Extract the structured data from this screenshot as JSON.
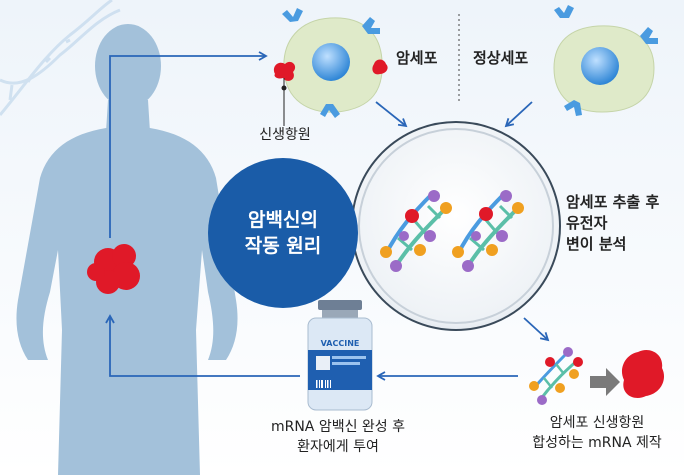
{
  "labels": {
    "cancer_cell": "암세포",
    "normal_cell": "정상세포",
    "neoantigen": "신생항원",
    "center_title_line1": "암백신의",
    "center_title_line2": "작동 원리",
    "analysis_line1": "암세포 추출 후",
    "analysis_line2": "유전자",
    "analysis_line3": "변이 분석",
    "vaccine_line1": "mRNA 암백신 완성 후",
    "vaccine_line2": "환자에게 투여",
    "mrna_line1": "암세포 신생항원",
    "mrna_line2": "합성하는 mRNA 제작",
    "vial_text": "VACCINE"
  },
  "colors": {
    "accent_blue": "#1a5ca8",
    "arrow_blue": "#2a66b8",
    "tumor_red": "#e01928",
    "cell_green": "#dfeac9",
    "nucleus_blue": "#4a9be0",
    "body_blue": "#9fbfd8"
  }
}
